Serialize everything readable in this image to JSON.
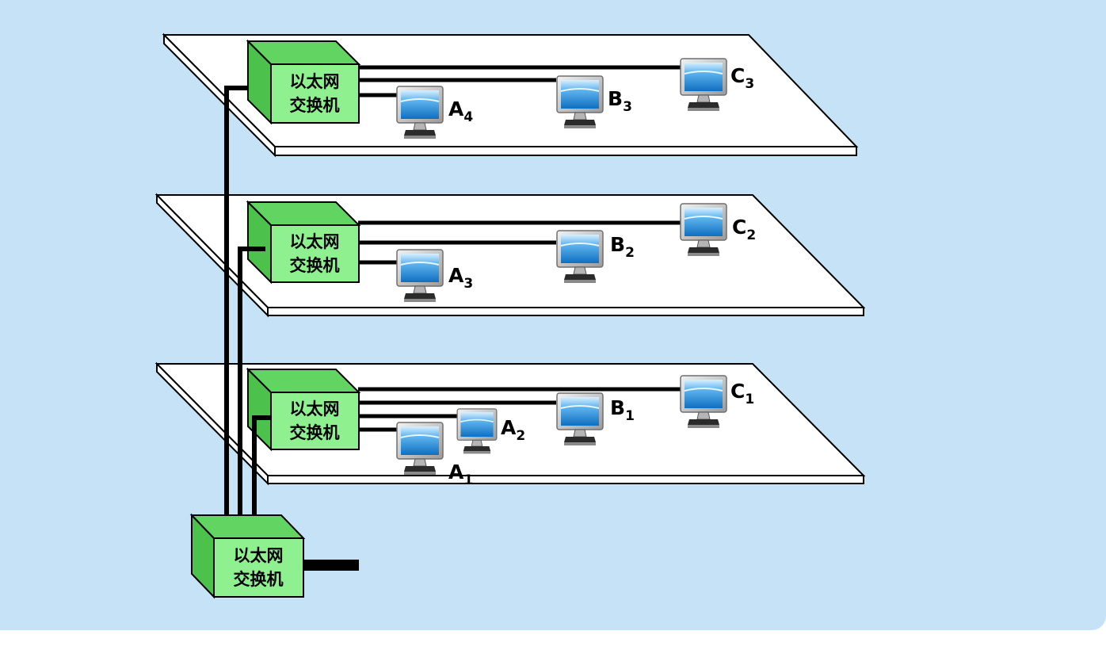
{
  "diagram": {
    "floors": [
      {
        "id": "floor-3",
        "switch": {
          "line1": "以太网",
          "line2": "交换机"
        },
        "computers": [
          {
            "id": "a4",
            "letter": "A",
            "sub": "4"
          },
          {
            "id": "b3",
            "letter": "B",
            "sub": "3"
          },
          {
            "id": "c3",
            "letter": "C",
            "sub": "3"
          }
        ]
      },
      {
        "id": "floor-2",
        "switch": {
          "line1": "以太网",
          "line2": "交换机"
        },
        "computers": [
          {
            "id": "a3",
            "letter": "A",
            "sub": "3"
          },
          {
            "id": "b2",
            "letter": "B",
            "sub": "2"
          },
          {
            "id": "c2",
            "letter": "C",
            "sub": "2"
          }
        ]
      },
      {
        "id": "floor-1",
        "switch": {
          "line1": "以太网",
          "line2": "交换机"
        },
        "computers": [
          {
            "id": "a1",
            "letter": "A",
            "sub": "1"
          },
          {
            "id": "a2",
            "letter": "A",
            "sub": "2"
          },
          {
            "id": "b1",
            "letter": "B",
            "sub": "1"
          },
          {
            "id": "c1",
            "letter": "C",
            "sub": "1"
          }
        ]
      }
    ],
    "main_switch": {
      "line1": "以太网",
      "line2": "交换机"
    },
    "colors": {
      "background": "#c5e2f6",
      "switch_front": "#8ef08e",
      "switch_side": "#4cc24c",
      "floor": "#ffffff",
      "cable": "#000000",
      "screen": "#1e88d8"
    }
  }
}
